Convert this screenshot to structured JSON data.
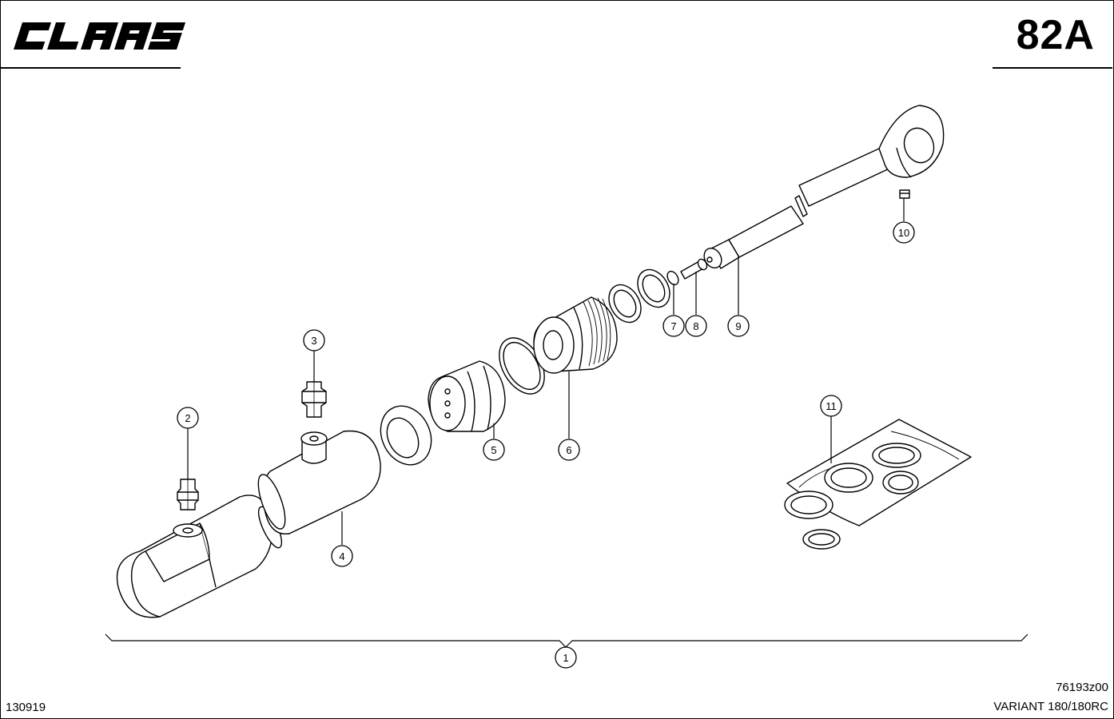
{
  "header": {
    "brand": "CLAAS",
    "page_number": "82A"
  },
  "footer": {
    "left_code": "130919",
    "drawing_code": "76193z00",
    "model": "VARIANT 180/180RC"
  },
  "callouts": [
    {
      "id": "c1",
      "label": "1"
    },
    {
      "id": "c2",
      "label": "2"
    },
    {
      "id": "c3",
      "label": "3"
    },
    {
      "id": "c4",
      "label": "4"
    },
    {
      "id": "c5",
      "label": "5"
    },
    {
      "id": "c6",
      "label": "6"
    },
    {
      "id": "c7",
      "label": "7"
    },
    {
      "id": "c8",
      "label": "8"
    },
    {
      "id": "c9",
      "label": "9"
    },
    {
      "id": "c10",
      "label": "10"
    },
    {
      "id": "c11",
      "label": "11"
    }
  ]
}
